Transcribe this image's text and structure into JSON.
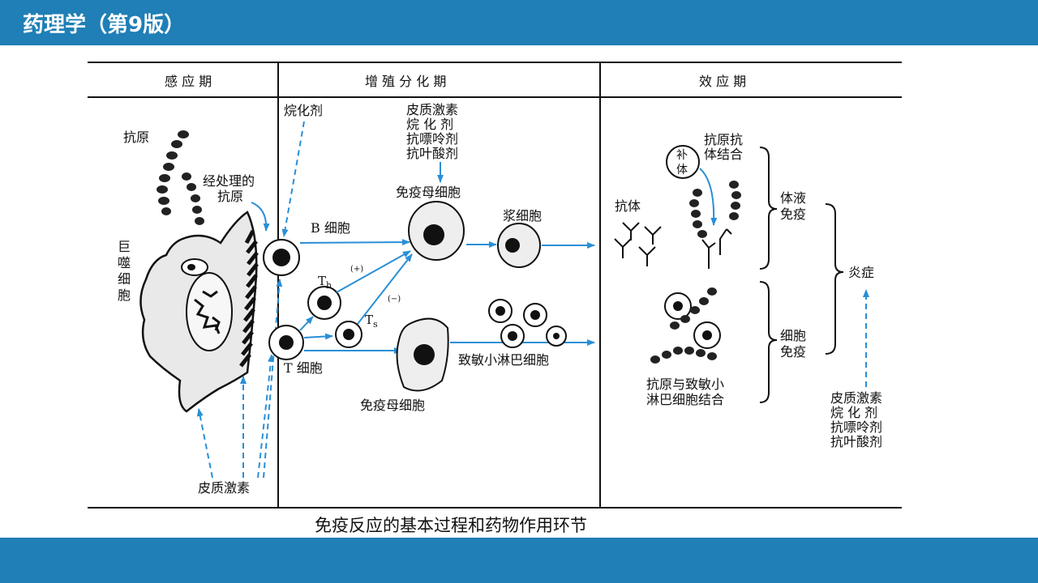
{
  "slide_title": "药理学（第9版）",
  "caption": "免疫反应的基本过程和药物作用环节",
  "colors": {
    "bar": "#1f7fb6",
    "arrow": "#2a8fd6",
    "ink": "#111111"
  },
  "phases": {
    "sensing": "感 应 期",
    "proliferation": "增 殖 分 化 期",
    "effector": "效 应 期"
  },
  "labels": {
    "antigen": "抗原",
    "processed_antigen_1": "经处理的",
    "processed_antigen_2": "抗原",
    "macrophage_1": "巨",
    "macrophage_2": "噬",
    "macrophage_3": "细",
    "macrophage_4": "胞",
    "corticosteroid_bottom": "皮质激素",
    "alkylating_top": "烷化剂",
    "b_cell": "B 细胞",
    "t_cell": "T 细胞",
    "th": "T",
    "th_sub": "h",
    "ts": "T",
    "ts_sub": "s",
    "plus": "(+)",
    "minus": "(−)",
    "drugs_top": [
      "皮质激素",
      "烷 化 剂",
      "抗嘌呤剂",
      "抗叶酸剂"
    ],
    "immunoblast_top": "免疫母细胞",
    "immunoblast_bottom": "免疫母细胞",
    "plasma_cell": "浆细胞",
    "sensitized_lymph": "致敏小淋巴细胞",
    "antibody": "抗体",
    "complement_1": "补",
    "complement_2": "体",
    "ag_ab_1": "抗原抗",
    "ag_ab_2": "体结合",
    "humoral_1": "体液",
    "humoral_2": "免疫",
    "cellular_1": "细胞",
    "cellular_2": "免疫",
    "inflammation": "炎症",
    "ag_lymph_1": "抗原与致敏小",
    "ag_lymph_2": "淋巴细胞结合",
    "drugs_right": [
      "皮质激素",
      "烷 化 剂",
      "抗嘌呤剂",
      "抗叶酸剂"
    ]
  }
}
